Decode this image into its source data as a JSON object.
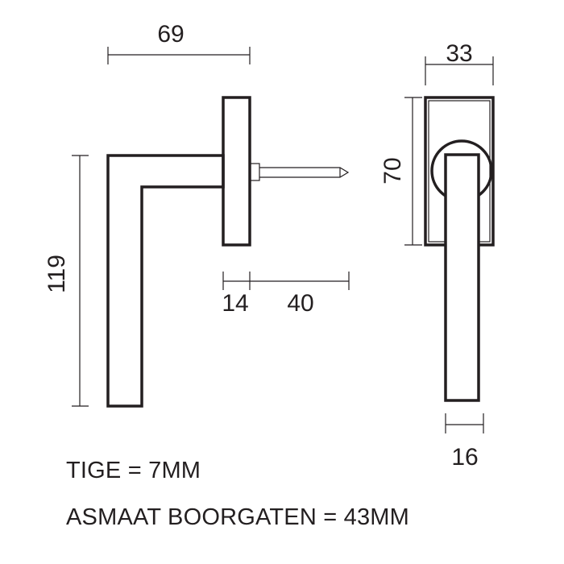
{
  "dimensions": {
    "total_length": "69",
    "height": "119",
    "rose_width": "14",
    "spindle_length": "40",
    "rose_front_width": "33",
    "rose_front_height": "70",
    "lever_width": "16"
  },
  "notes": {
    "spindle": "TIGE = 7MM",
    "hole_spacing": "ASMAAT BOORGATEN = 43MM"
  }
}
